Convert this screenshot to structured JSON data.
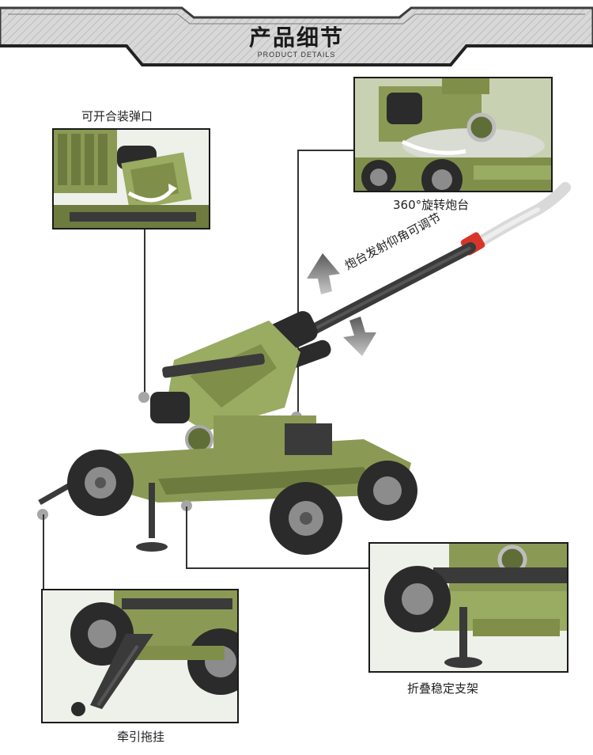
{
  "header": {
    "title": "产品细节",
    "subtitle": "PRODUCT DETAILS"
  },
  "callouts": {
    "magazine": "可开合装弹口",
    "turret": "360°旋转炮台",
    "elevation": "炮台发射仰角可调节",
    "outrigger": "折叠稳定支架",
    "tow": "牵引拖挂"
  },
  "colors": {
    "olive": "#8a9a55",
    "olive_dark": "#5f6d37",
    "olive_light": "#a8b872",
    "tire": "#2b2b2b",
    "rim": "#8c8c8c",
    "metal_dark": "#3a3a3a",
    "banner_frame": "#3c3c3c",
    "banner_fill": "#d4d4d4",
    "accent_red": "#d8352a"
  }
}
